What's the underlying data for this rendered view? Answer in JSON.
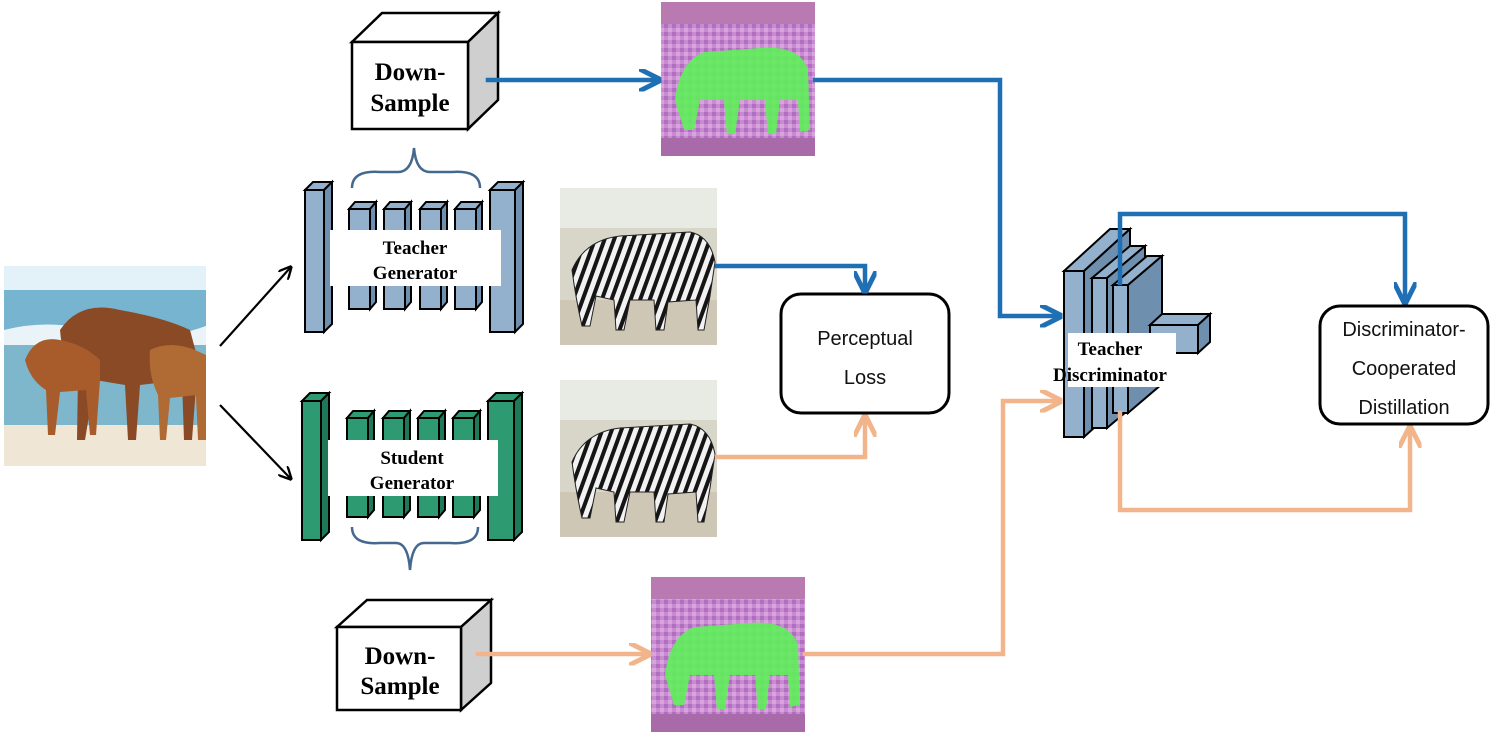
{
  "colors": {
    "blue_arrow": "#1f6fb5",
    "orange_arrow": "#f2b48a",
    "teacher_block": "#93b1cc",
    "student_block": "#2d9a72",
    "brace": "#44688e"
  },
  "downsample_top": {
    "line1": "Down-",
    "line2": "Sample"
  },
  "downsample_bottom": {
    "line1": "Down-",
    "line2": "Sample"
  },
  "teacher_generator": {
    "line1": "Teacher",
    "line2": "Generator"
  },
  "student_generator": {
    "line1": "Student",
    "line2": "Generator"
  },
  "perceptual_loss": {
    "line1": "Perceptual",
    "line2": "Loss"
  },
  "teacher_discriminator": {
    "line1": "Teacher",
    "line2": "Discriminator"
  },
  "dcd": {
    "line1": "Discriminator-",
    "line2": "Cooperated",
    "line3": "Distillation"
  }
}
